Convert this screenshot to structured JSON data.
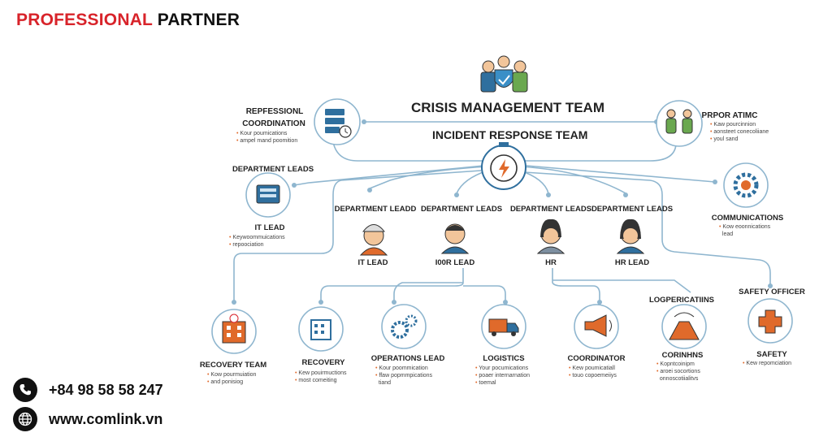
{
  "brand": {
    "part1": "PROFESSIONAL",
    "part2": "PARTNER"
  },
  "contact": {
    "phone": "+84 98 58 58 247",
    "website": "www.comlink.vn"
  },
  "diagram": {
    "title": "CRISIS MANAGEMENT TEAM",
    "subtitle": "INCIDENT RESPONSE TEAM",
    "top_left": {
      "title_line1": "REPFESSIONL",
      "title_line2": "COORDINATION",
      "bullets": [
        "Kour poumications",
        "ampel mand poomition"
      ]
    },
    "top_right": {
      "title": "PRPOR ATIMC",
      "bullets": [
        "Kaw pourcinnion",
        "aonsteet conecoliiane",
        "youl sand"
      ]
    },
    "dept_leads_left": "DEPARTMENT LEADS",
    "it_lead_left": {
      "title": "IT LEAD",
      "bullets": [
        "Keywoommuications",
        "repoociation"
      ]
    },
    "communications": {
      "title": "COMMUNICATIONS",
      "bullets": [
        "Kow eoonnications",
        "lead"
      ]
    },
    "dept_cols": [
      {
        "head": "DEPARTMENT LEADD",
        "role": "IT LEAD"
      },
      {
        "head": "DEPARTMENT LEADS",
        "role": "I00R LEAD"
      },
      {
        "head": "DEPARTMENT LEADS",
        "role": "HR"
      },
      {
        "head": "DEPARTMENT LEADS",
        "role": "HR LEAD"
      }
    ],
    "bottom": [
      {
        "title": "RECOVERY TEAM",
        "bullets": [
          "Kow pourmuiation",
          "and ponisiog"
        ]
      },
      {
        "title": "RECOVERY",
        "bullets": [
          "Kew pouirmuctions",
          "most comeiting"
        ]
      },
      {
        "title": "OPERATIONS LEAD",
        "bullets": [
          "Kour poommication",
          "ffaw popmmpications",
          "tiand"
        ]
      },
      {
        "title": "LOGISTICS",
        "bullets": [
          "Your pocumications",
          "poaer internarnation",
          "toemal"
        ]
      },
      {
        "title": "COORDINATOR",
        "bullets": [
          "Kew poumicatiall",
          "touo copoemeiiys"
        ]
      },
      {
        "title": "CORINHNS",
        "bullets": [
          "Kopntcoinipm",
          "aroei socortions",
          "onnoscotiialitvs"
        ]
      },
      {
        "title": "SAFETY",
        "bullets": [
          "Kew repomciation"
        ]
      }
    ],
    "logpercations": "LOGPERICATIINS",
    "safety_officer": "SAFETY OFFICER"
  },
  "colors": {
    "accent": "#d8232a",
    "line": "#8fb6cf",
    "icon_blue": "#2f6f9e",
    "icon_orange": "#e06a2b"
  }
}
